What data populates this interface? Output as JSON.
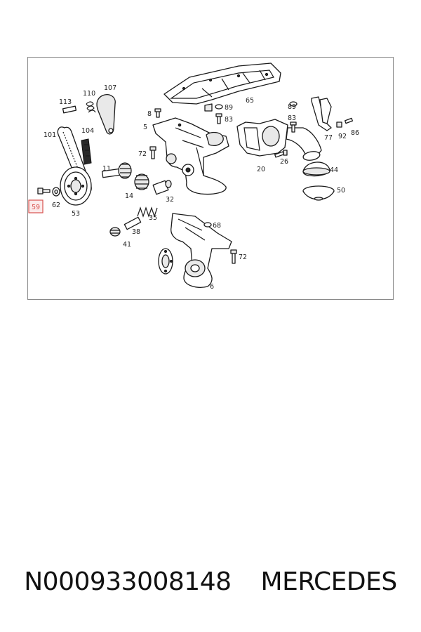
{
  "labels": {
    "l113": "113",
    "l110": "110",
    "l107": "107",
    "l101": "101",
    "l104": "104",
    "l8": "8",
    "l5": "5",
    "l72a": "72",
    "l65": "65",
    "l89a": "89",
    "l83a": "83",
    "l89b": "89",
    "l83b": "83",
    "l77": "77",
    "l92": "92",
    "l86": "86",
    "l11": "11",
    "l14": "14",
    "l32": "32",
    "l20": "20",
    "l26": "26",
    "l44": "44",
    "l50": "50",
    "l59": "59",
    "l62": "62",
    "l53": "53",
    "l35": "35",
    "l38": "38",
    "l41": "41",
    "l68": "68",
    "l72b": "72",
    "l6": "6"
  },
  "highlighted_part": "59",
  "highlight_color": "#d9534f",
  "caption": {
    "part_number": "N000933008148",
    "brand": "MERCEDES"
  }
}
